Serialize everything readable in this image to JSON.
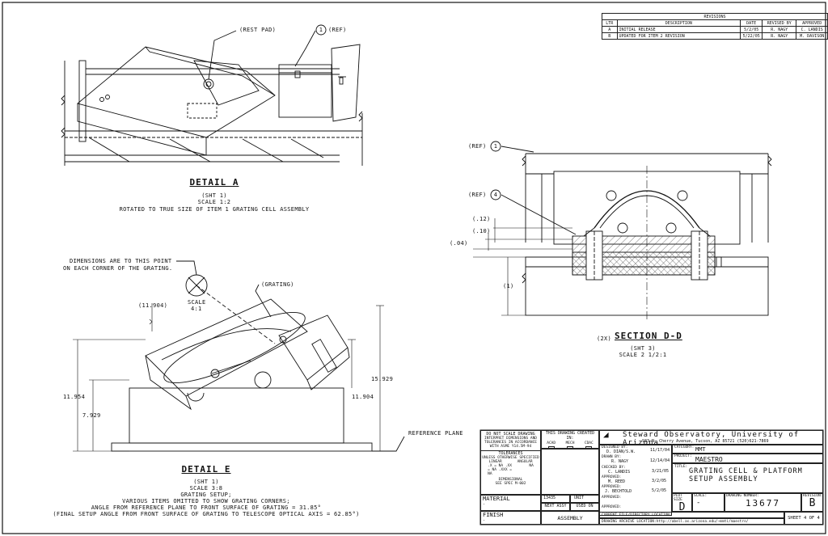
{
  "revisions": {
    "title": "REVISIONS",
    "headers": [
      "LTR",
      "DESCRIPTION",
      "DATE",
      "REVISED BY",
      "APPROVED"
    ],
    "rows": [
      [
        "A",
        "INITIAL RELEASE",
        "5/2/05",
        "R. NAGY",
        "C. LANDIS"
      ],
      [
        "B",
        "UPDATED FOR ITEM 2 REVISION",
        "5/22/05",
        "R. NAGY",
        "M. DAVISON"
      ]
    ]
  },
  "detail_a": {
    "callout_rest_pad": "(REST PAD)",
    "callout_item": "1",
    "callout_ref": "(REF)",
    "title": "DETAIL A",
    "sheet": "(SHT 1)",
    "scale": "SCALE 1:2",
    "note": "ROTATED TO TRUE SIZE OF ITEM 1 GRATING CELL ASSEMBLY"
  },
  "section_dd": {
    "ref1": "(REF)",
    "item1": "1",
    "ref4": "(REF)",
    "item4": "4",
    "dim_12": "(.12)",
    "dim_10": "(.10)",
    "dim_04": "(.04)",
    "dim_1": "(1)",
    "prefix": "(2X)",
    "title": "SECTION D-D",
    "sheet": "(SHT 3)",
    "scale": "SCALE 2 1/2:1"
  },
  "detail_e": {
    "note_line1": "DIMENSIONS ARE TO THIS POINT",
    "note_line2": "ON EACH CORNER OF THE GRATING.",
    "callout_grating": "(GRATING)",
    "scale_label": "SCALE",
    "scale_value": "4:1",
    "dim_11904_paren": "(11.904)",
    "dim_15929": "15.929",
    "dim_11954": "11.954",
    "dim_11904": "11.904",
    "dim_7929": "7.929",
    "reference_plane": "REFERENCE PLANE",
    "title": "DETAIL E",
    "sheet": "(SHT 1)",
    "scale": "SCALE 3:8",
    "setup": "GRATING SETUP;",
    "line1": "VARIOUS ITEMS OMITTED TO SHOW GRATING CORNERS;",
    "line2": "ANGLE FROM REFERENCE PLANE TO FRONT SURFACE OF GRATING = 31.85°",
    "line3": "(FINAL SETUP ANGLE FROM FRONT SURFACE OF GRATING TO TELESCOPE OPTICAL AXIS = 62.85°)"
  },
  "title_block": {
    "do_not_scale": "DO NOT SCALE DRAWING",
    "interpret": "INTERPRET DIMENSIONS AND",
    "tolerances_acc": "TOLERANCES IN ACCORDANCE",
    "with_asme": "WITH ASME Y14.5M-94",
    "tolerances": "TOLERANCES",
    "unless": "UNLESS OTHERWISE SPECIFIED",
    "linear": "LINEAR",
    "angular": "ANGULAR",
    "lin_vals": ".X = NA   .XX = NA   .XXX = NA",
    "ang_val": "NA",
    "dimensional": "DIMENSIONAL",
    "see_spec": "SEE SPEC M-002",
    "created_in": "THIS DRAWING CREATED IN:",
    "acad": "ACAD",
    "mech": "MECH",
    "cdac": "CDAC",
    "part_no": "13435",
    "unit": "UNIT",
    "next_assy": "NEXT ASSY",
    "used_on": "USED ON",
    "assembly_application": "ASSEMBLY APPLICATION",
    "material": "MATERIAL",
    "material_val": "-",
    "finish": "FINISH",
    "finish_val": "-",
    "org": "Steward Observatory, University of Arizona",
    "address": "933 N. Cherry Avenue, Tucson, AZ 85721   (520)621-7869",
    "designed_by_lbl": "DESIGNED BY:",
    "designed_by": "D. DIAN/S.W.",
    "designed_date": "11/17/04",
    "drawn_by_lbl": "DRAWN BY:",
    "drawn_by": "R. NAGY",
    "drawn_date": "12/14/04",
    "checked_by_lbl": "CHECKED BY:",
    "checked_by": "C. LANDIS",
    "checked_date": "3/21/05",
    "approved1_lbl": "APPROVED:",
    "approved1": "M. REED",
    "approved1_date": "3/2/05",
    "approved2_lbl": "APPROVED:",
    "approved2": "J. BECHTOLD",
    "approved2_date": "5/2/05",
    "approved3_lbl": "APPROVED:",
    "approved4_lbl": "APPROVED:",
    "category_lbl": "CATEGORY:",
    "category": "MMT",
    "project_lbl": "PROJECT:",
    "project": "MAESTRO",
    "title_lbl": "TITLE:",
    "title_line1": "GRATING CELL & PLATFORM",
    "title_line2": "SETUP ASSEMBLY",
    "plot_size_lbl": "PLOT SIZE",
    "plot_size": "D",
    "scale_lbl": "SCALE:",
    "scale_val": "-",
    "drawing_number_lbl": "DRAWING NUMBER:",
    "drawing_number": "13677",
    "revision_lbl": "REVISION:",
    "revision": "B",
    "current_file": "CURRENT FILE/DIRECTORY LOCATION:",
    "archive": "DRAWING ARCHIVE LOCATION:http://abell.as.arizona.edu/~mmti/maestro/",
    "sheet": "SHEET 4 OF 4"
  }
}
